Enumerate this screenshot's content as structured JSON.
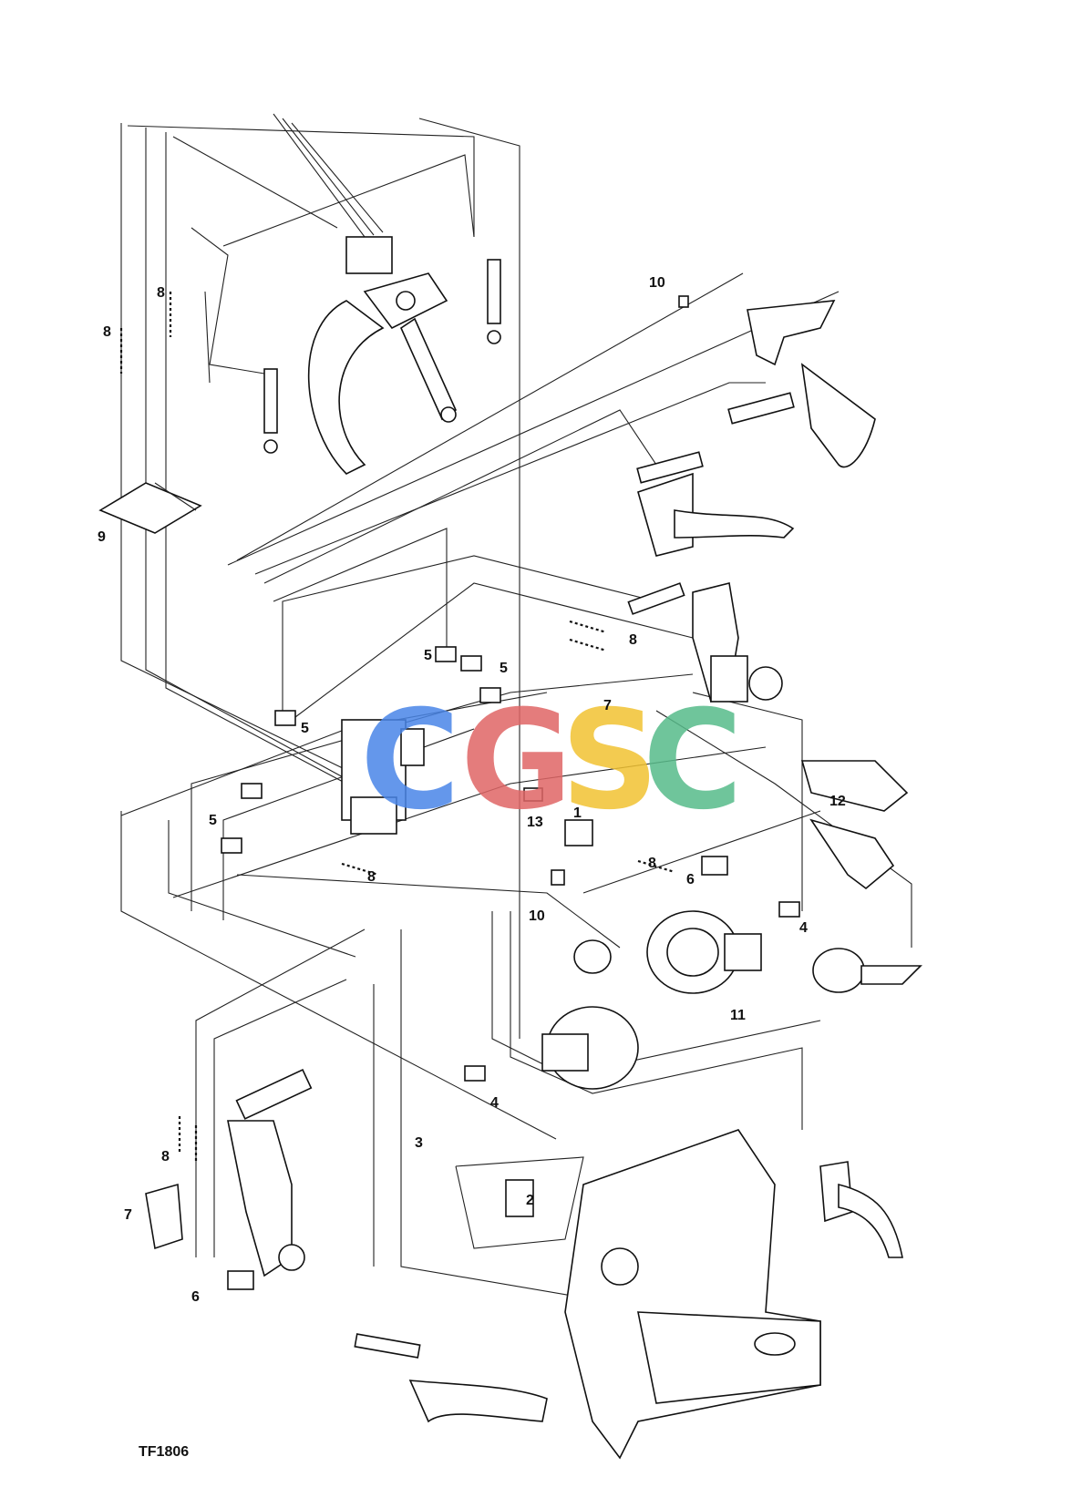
{
  "figure_id": "TF1806",
  "watermark": {
    "letters": [
      {
        "char": "C",
        "color": "#4a86e8"
      },
      {
        "char": "G",
        "color": "#e06666"
      },
      {
        "char": "S",
        "color": "#f1c232"
      },
      {
        "char": "C",
        "color": "#57bb8a"
      }
    ]
  },
  "callouts": [
    {
      "id": "c10a",
      "label": "10"
    },
    {
      "id": "c8a",
      "label": "8"
    },
    {
      "id": "c8b",
      "label": "8"
    },
    {
      "id": "c9",
      "label": "9"
    },
    {
      "id": "c8c",
      "label": "8"
    },
    {
      "id": "c5a",
      "label": "5"
    },
    {
      "id": "c5b",
      "label": "5"
    },
    {
      "id": "c7a",
      "label": "7"
    },
    {
      "id": "c5c",
      "label": "5"
    },
    {
      "id": "c5d",
      "label": "5"
    },
    {
      "id": "c12",
      "label": "12"
    },
    {
      "id": "c13",
      "label": "13"
    },
    {
      "id": "c1",
      "label": "1"
    },
    {
      "id": "c8d",
      "label": "8"
    },
    {
      "id": "c6a",
      "label": "6"
    },
    {
      "id": "c8e",
      "label": "8"
    },
    {
      "id": "c10b",
      "label": "10"
    },
    {
      "id": "c4a",
      "label": "4"
    },
    {
      "id": "c11",
      "label": "11"
    },
    {
      "id": "c4b",
      "label": "4"
    },
    {
      "id": "c3",
      "label": "3"
    },
    {
      "id": "c8f",
      "label": "8"
    },
    {
      "id": "c2",
      "label": "2"
    },
    {
      "id": "c7b",
      "label": "7"
    },
    {
      "id": "c6b",
      "label": "6"
    }
  ]
}
